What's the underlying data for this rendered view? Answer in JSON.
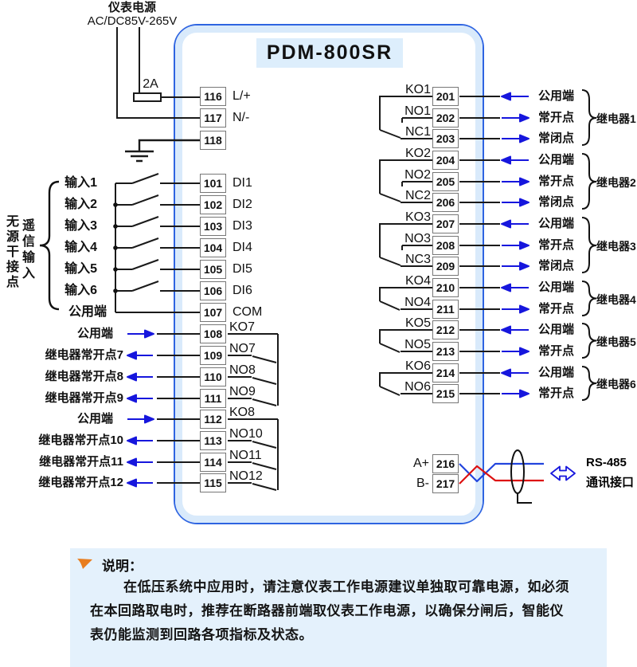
{
  "device": {
    "model": "PDM-800SR"
  },
  "power": {
    "name": "仪表电源",
    "range": "AC/DC85V-265V",
    "fuse_rating": "2A"
  },
  "left_panel": {
    "power_terminals": [
      {
        "num": "116",
        "label": "L/+"
      },
      {
        "num": "117",
        "label": "N/-"
      },
      {
        "num": "118",
        "label": ""
      }
    ],
    "di_terminals": [
      {
        "num": "101",
        "label": "DI1"
      },
      {
        "num": "102",
        "label": "DI2"
      },
      {
        "num": "103",
        "label": "DI3"
      },
      {
        "num": "104",
        "label": "DI4"
      },
      {
        "num": "105",
        "label": "DI5"
      },
      {
        "num": "106",
        "label": "DI6"
      },
      {
        "num": "107",
        "label": "COM"
      }
    ],
    "input_rows": [
      "输入1",
      "输入2",
      "输入3",
      "输入4",
      "输入5",
      "输入6"
    ],
    "di_common_label": "公用端",
    "group_label_outer": "无源干接点",
    "group_label_inner": "遥信输入",
    "relay_terminals": [
      {
        "num": "108",
        "label": "KO7"
      },
      {
        "num": "109",
        "label": "NO7"
      },
      {
        "num": "110",
        "label": "NO8"
      },
      {
        "num": "111",
        "label": "NO9"
      },
      {
        "num": "112",
        "label": "KO8"
      },
      {
        "num": "113",
        "label": "NO10"
      },
      {
        "num": "114",
        "label": "NO11"
      },
      {
        "num": "115",
        "label": "NO12"
      }
    ],
    "relay_rows": [
      {
        "label": "公用端",
        "dir": "in"
      },
      {
        "label": "继电器常开点7",
        "dir": "out"
      },
      {
        "label": "继电器常开点8",
        "dir": "out"
      },
      {
        "label": "继电器常开点9",
        "dir": "out"
      },
      {
        "label": "公用端",
        "dir": "in"
      },
      {
        "label": "继电器常开点10",
        "dir": "out"
      },
      {
        "label": "继电器常开点11",
        "dir": "out"
      },
      {
        "label": "继电器常开点12",
        "dir": "out"
      }
    ]
  },
  "right_panel": {
    "terminals": [
      {
        "num": "201",
        "label": "KO1"
      },
      {
        "num": "202",
        "label": "NO1"
      },
      {
        "num": "203",
        "label": "NC1"
      },
      {
        "num": "204",
        "label": "KO2"
      },
      {
        "num": "205",
        "label": "NO2"
      },
      {
        "num": "206",
        "label": "NC2"
      },
      {
        "num": "207",
        "label": "KO3"
      },
      {
        "num": "208",
        "label": "NO3"
      },
      {
        "num": "209",
        "label": "NC3"
      },
      {
        "num": "210",
        "label": "KO4"
      },
      {
        "num": "211",
        "label": "NO4"
      },
      {
        "num": "212",
        "label": "KO5"
      },
      {
        "num": "213",
        "label": "NO5"
      },
      {
        "num": "214",
        "label": "KO6"
      },
      {
        "num": "215",
        "label": "NO6"
      }
    ],
    "rows": [
      {
        "label": "公用端",
        "dir": "in"
      },
      {
        "label": "常开点",
        "dir": "out"
      },
      {
        "label": "常闭点",
        "dir": "out"
      },
      {
        "label": "公用端",
        "dir": "in"
      },
      {
        "label": "常开点",
        "dir": "out"
      },
      {
        "label": "常闭点",
        "dir": "out"
      },
      {
        "label": "公用端",
        "dir": "in"
      },
      {
        "label": "常开点",
        "dir": "out"
      },
      {
        "label": "常闭点",
        "dir": "out"
      },
      {
        "label": "公用端",
        "dir": "in"
      },
      {
        "label": "常开点",
        "dir": "out"
      },
      {
        "label": "公用端",
        "dir": "in"
      },
      {
        "label": "常开点",
        "dir": "out"
      },
      {
        "label": "公用端",
        "dir": "in"
      },
      {
        "label": "常开点",
        "dir": "out"
      }
    ],
    "relays": [
      "继电器1",
      "继电器2",
      "继电器3",
      "继电器4",
      "继电器5",
      "继电器6"
    ],
    "comm_terminals": [
      {
        "num": "216",
        "label": "A+"
      },
      {
        "num": "217",
        "label": "B-"
      }
    ],
    "comm_interface": {
      "line1": "RS-485",
      "line2": "通讯接口"
    }
  },
  "note": {
    "title": "说明：",
    "lines": [
      "在低压系统中应用时，请注意仪表工作电源建议单独取可靠电源，如必须",
      "在本回路取电时，推荐在断路器前端取仪表工作电源，以确保分闸后，智能仪",
      "表仍能监测到回路各项指标及状态。"
    ]
  },
  "colors": {
    "box_border": "#2e64e1",
    "inner_band": "#d9eafb",
    "title_bg": "#ddeefc",
    "note_bg": "#e4f1fc",
    "accent_orange": "#e87d1e",
    "arrow_blue": "#1616dd",
    "comm_wire_blue": "#2244dd",
    "comm_wire_red": "#dd1111",
    "wire_black": "#1a1a1a"
  }
}
